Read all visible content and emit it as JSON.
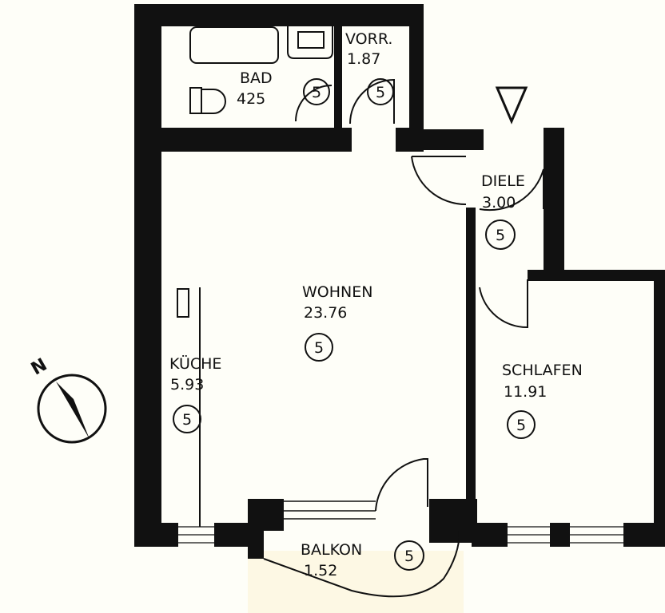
{
  "rooms": {
    "bad": {
      "name": "BAD",
      "area": "425",
      "marker": "5"
    },
    "vorr": {
      "name": "VORR.",
      "area": "1.87",
      "marker": "5"
    },
    "diele": {
      "name": "DIELE",
      "area": "3.00",
      "marker": "5"
    },
    "wohnen": {
      "name": "WOHNEN",
      "area": "23.76",
      "marker": "5"
    },
    "kueche": {
      "name": "KÜCHE",
      "area": "5.93",
      "marker": "5"
    },
    "schlafen": {
      "name": "SCHLAFEN",
      "area": "11.91",
      "marker": "5"
    },
    "balkon": {
      "name": "BALKON",
      "area": "1.52",
      "marker": "5"
    }
  },
  "compass": {
    "label": "N"
  },
  "colors": {
    "wall": "#111111",
    "paper": "#fefef8"
  }
}
